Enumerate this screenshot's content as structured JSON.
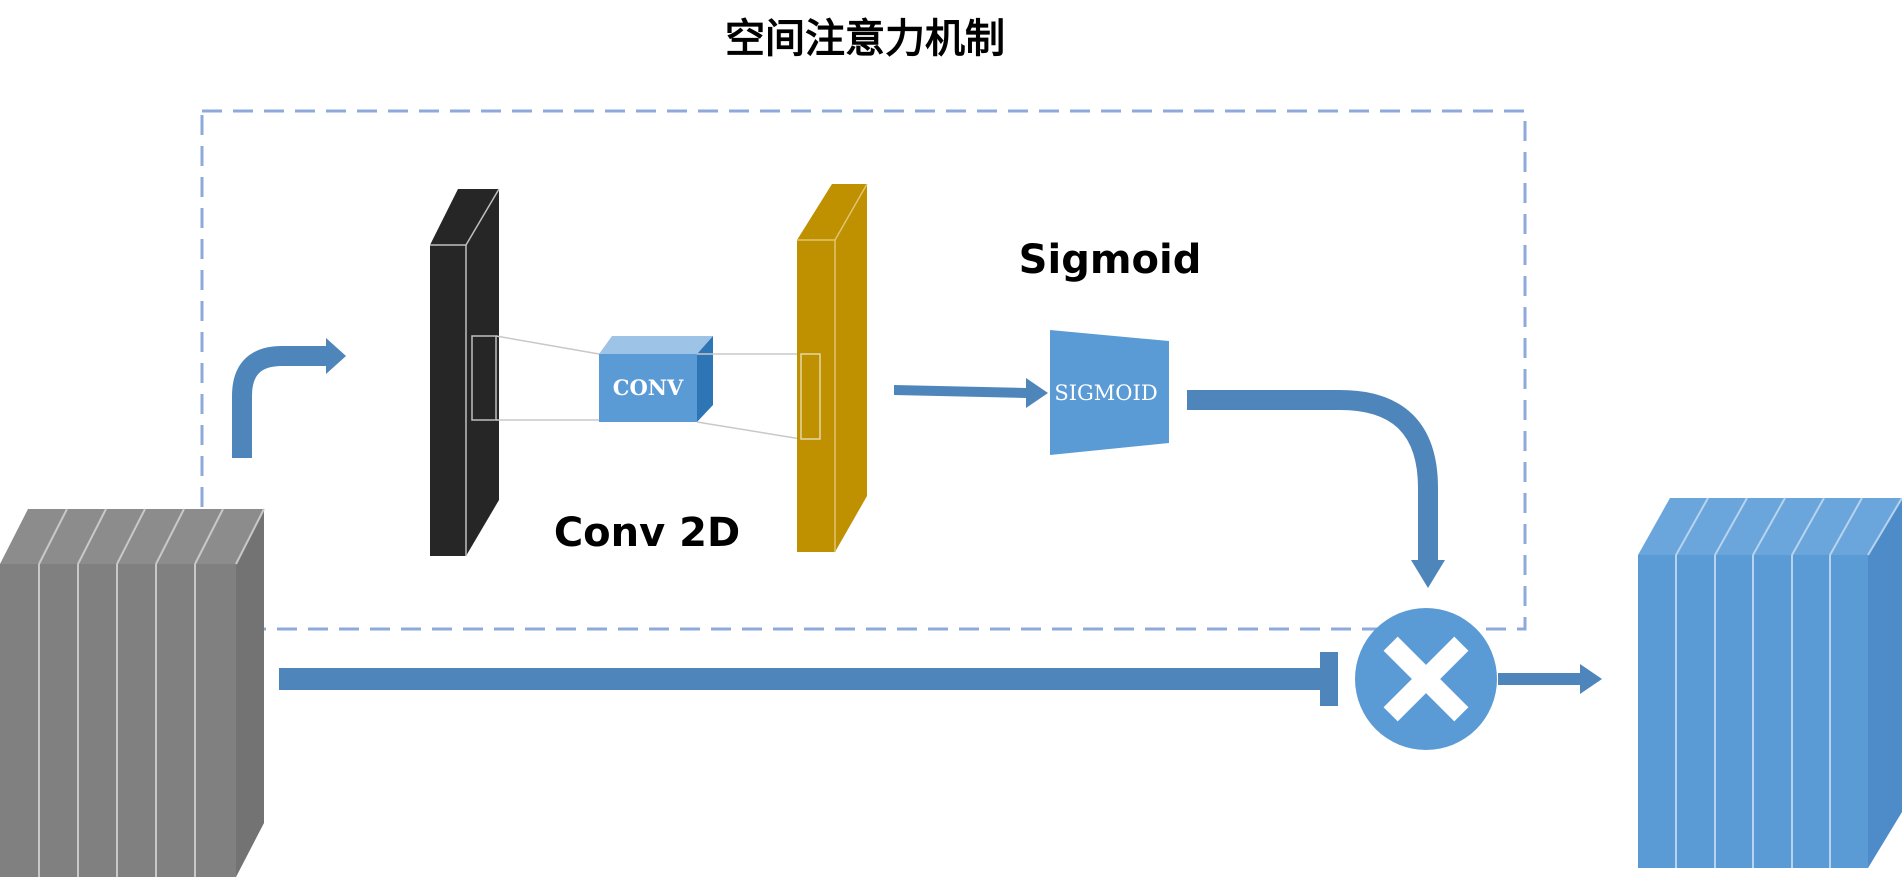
{
  "title": "空间注意力机制",
  "labels": {
    "conv2d": "Conv 2D",
    "sigmoid": "Sigmoid",
    "conv_box": "CONV",
    "sigmoid_box": "SIGMOID"
  },
  "colors": {
    "input_block": "#808080",
    "output_block": "#5b9bd5",
    "feature_map_dark": "#262626",
    "feature_map_gold": "#bf9000",
    "conv_box": "#5b9bd5",
    "sigmoid_box": "#5b9bd5",
    "arrow": "#4e86bb",
    "dashed_region": "#8eaadb",
    "multiply_node": "#5b9bd5"
  },
  "icons": {
    "multiply": "multiply-x-icon"
  }
}
